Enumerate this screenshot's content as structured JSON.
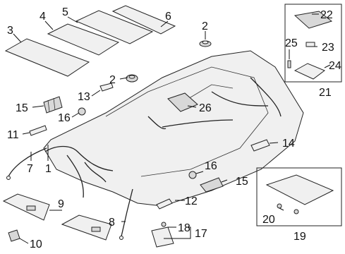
{
  "callouts": {
    "c1": "1",
    "c2a": "2",
    "c2b": "2",
    "c3": "3",
    "c4": "4",
    "c5": "5",
    "c6": "6",
    "c7": "7",
    "c8": "8",
    "c9": "9",
    "c10": "10",
    "c11": "11",
    "c12": "12",
    "c13": "13",
    "c14": "14",
    "c15a": "15",
    "c15b": "15",
    "c16a": "16",
    "c16b": "16",
    "c17": "17",
    "c18": "18",
    "c19": "19",
    "c20": "20",
    "c21": "21",
    "c22": "22",
    "c23": "23",
    "c24": "24",
    "c25": "25",
    "c26": "26"
  }
}
